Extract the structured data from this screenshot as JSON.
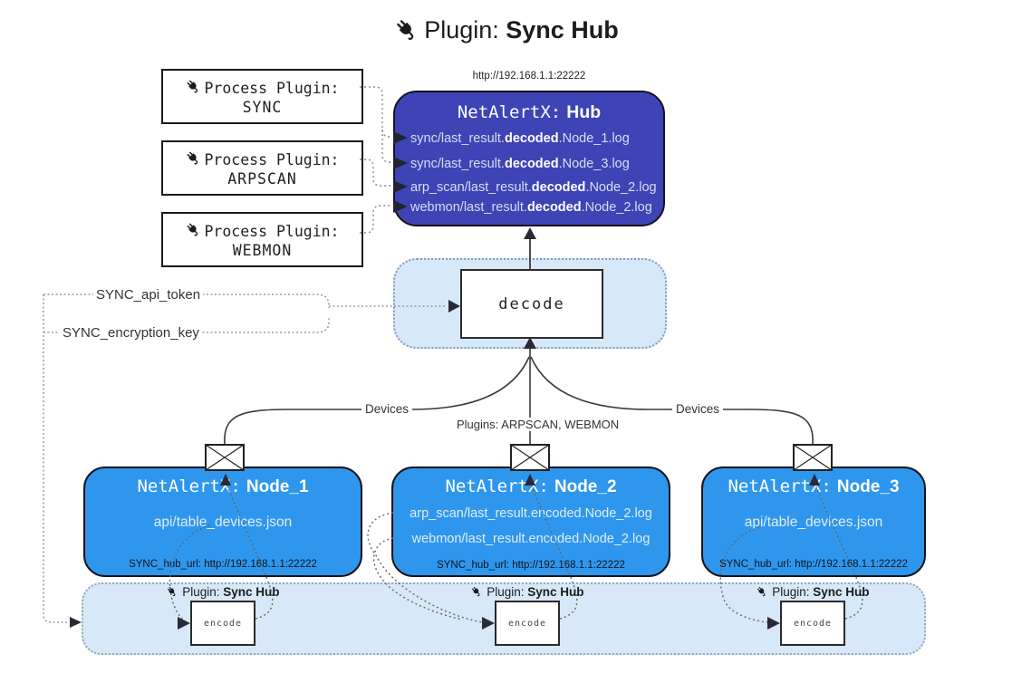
{
  "title": {
    "prefix": "Plugin:",
    "name": "Sync Hub"
  },
  "process_plugins": [
    {
      "label": "Process Plugin:",
      "name": "SYNC"
    },
    {
      "label": "Process Plugin:",
      "name": "ARPSCAN"
    },
    {
      "label": "Process Plugin:",
      "name": "WEBMON"
    }
  ],
  "hub": {
    "url": "http://192.168.1.1:22222",
    "title_prefix": "NetAlertX:",
    "title_name": "Hub",
    "logs": [
      {
        "pre": "sync/last_result.",
        "mid": "decoded",
        "post": ".Node_1.log"
      },
      {
        "pre": "sync/last_result.",
        "mid": "decoded",
        "post": ".Node_3.log"
      },
      {
        "pre": "arp_scan/last_result.",
        "mid": "decoded",
        "post": ".Node_2.log"
      },
      {
        "pre": "webmon/last_result.",
        "mid": "decoded",
        "post": ".Node_2.log"
      }
    ]
  },
  "decode": {
    "label": "decode"
  },
  "tokens": {
    "api_token": "SYNC_api_token",
    "encryption_key": "SYNC_encryption_key"
  },
  "edges": {
    "devices_left": "Devices",
    "devices_right": "Devices",
    "plugins_note": "Plugins: ARPSCAN, WEBMON"
  },
  "nodes": [
    {
      "title_prefix": "NetAlertX:",
      "title_name": "Node_1",
      "files": [
        "api/table_devices.json"
      ],
      "hub_url": "SYNC_hub_url: http://192.168.1.1:22222"
    },
    {
      "title_prefix": "NetAlertX:",
      "title_name": "Node_2",
      "files": [
        "arp_scan/last_result.encoded.Node_2.log",
        "webmon/last_result.encoded.Node_2.log"
      ],
      "hub_url": "SYNC_hub_url: http://192.168.1.1:22222"
    },
    {
      "title_prefix": "NetAlertX:",
      "title_name": "Node_3",
      "files": [
        "api/table_devices.json"
      ],
      "hub_url": "SYNC_hub_url: http://192.168.1.1:22222"
    }
  ],
  "encoders": [
    {
      "label_prefix": "Plugin:",
      "label_name": "Sync Hub",
      "box_label": "encode"
    },
    {
      "label_prefix": "Plugin:",
      "label_name": "Sync Hub",
      "box_label": "encode"
    },
    {
      "label_prefix": "Plugin:",
      "label_name": "Sync Hub",
      "box_label": "encode"
    }
  ],
  "colors": {
    "hub_bg": "#3E44B5",
    "node_bg": "#2E97ED",
    "panel_bg": "#D7E8F8"
  }
}
